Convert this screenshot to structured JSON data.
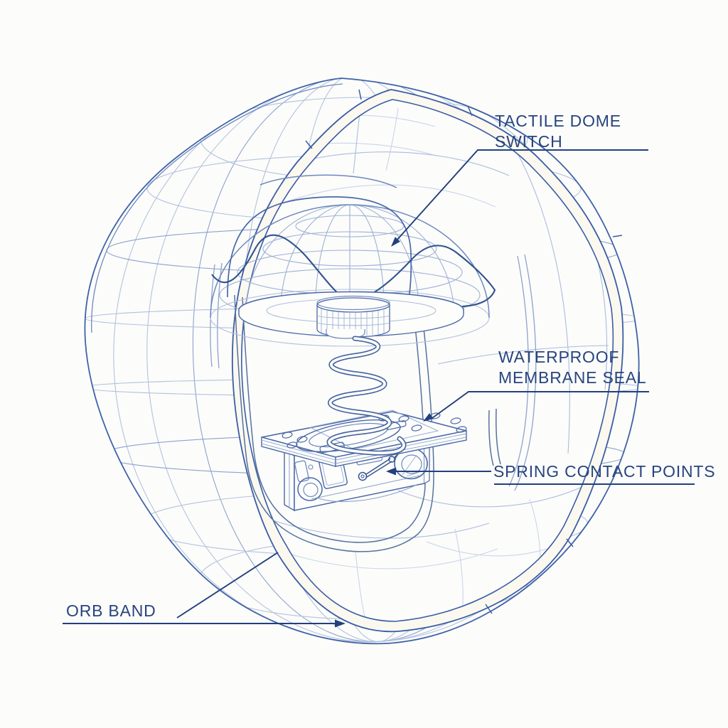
{
  "diagram": {
    "labels": {
      "tactile_dome_switch": {
        "line1": "TACTILE DOME",
        "line2": "SWITCH"
      },
      "waterproof_membrane_seal": {
        "line1": "WATERPROOF",
        "line2": "MEMBRANE SEAL"
      },
      "spring_contact_points": {
        "line1": "SPRING CONTACT POINTS"
      },
      "orb_band": {
        "line1": "ORB BAND"
      }
    },
    "colors": {
      "label_text": "#28447f",
      "leader_line": "#23407d",
      "wireframe_dark": "#3a5da5",
      "wireframe_medium": "#6d88c0",
      "wireframe_light": "#a9bcdf",
      "wireframe_xlight": "#c9d5ec",
      "band_fill": "#fbf8f0",
      "background": "#fcfcfa"
    }
  }
}
